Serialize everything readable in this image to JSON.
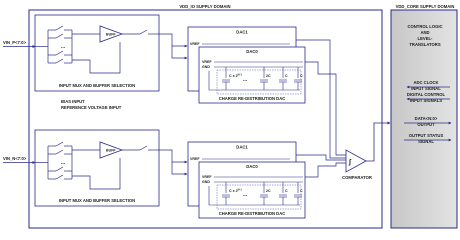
{
  "diagram": {
    "io_domain": {
      "title": "VDD_IO SUPPLY DOMAIN"
    },
    "core_domain": {
      "title": "VDD_CORE SUPPLY DOMAIN",
      "block_lines": [
        "CONTROL LOGIC",
        "AND",
        "LEVEL-",
        "TRANSLATORS"
      ],
      "signals": [
        {
          "lines": [
            "ADC CLOCK",
            "INPUT SIGNAL"
          ]
        },
        {
          "lines": [
            "DIGITAL CONTROL",
            "INPUT SIGNALS"
          ]
        },
        {
          "lines": [
            "DATA<N:0>",
            "OUTPUT"
          ]
        },
        {
          "lines": [
            "OUTPUT STATUS",
            "SIGNAL"
          ]
        }
      ]
    },
    "inputs": {
      "positive": "VIN_P<7:0>",
      "negative": "VIN_N<7:0>"
    },
    "mux": {
      "buffer_label": "BUFF",
      "caption": "INPUT MUX AND BUFFER SELECTION"
    },
    "middle_lines": [
      "BIAS INPUT",
      "REFERENCE VOLTAGE INPUT"
    ],
    "dac": {
      "back_label": "DAC1",
      "front_label": "DAC0",
      "vref_label": "VREF",
      "gnd_label": "GND",
      "cap_labels": [
        "C x 2",
        "2C",
        "C",
        "C"
      ],
      "cap_superscript": "N-1",
      "dots": "...",
      "caption": "CHARGE RE-DISTRIBUTION DAC"
    },
    "comparator": {
      "label": "COMPARATOR",
      "symbol": "∫"
    }
  }
}
